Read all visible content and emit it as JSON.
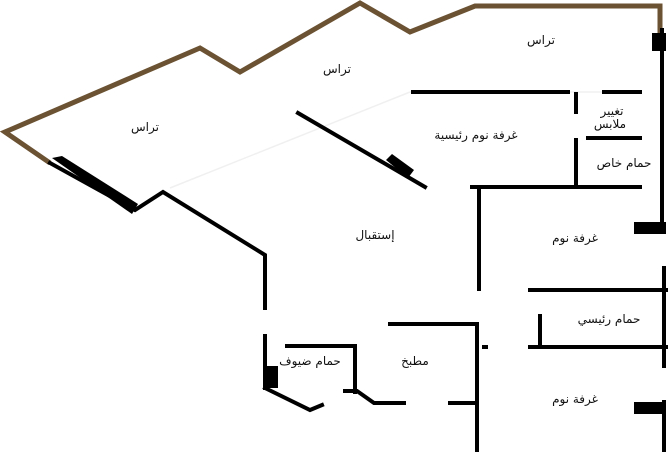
{
  "colors": {
    "background": "#ffffff",
    "wall": "#000000",
    "terrace_outline": "#6b5232"
  },
  "rooms": {
    "terrace_right": "تراس",
    "terrace_middle": "تراس",
    "terrace_left": "تراس",
    "master_bedroom": "غرفة نوم رئيسية",
    "dressing": [
      "تغيير",
      "ملابس"
    ],
    "private_bath": "حمام خاص",
    "reception": "إستقبال",
    "bedroom_1": "غرفة نوم",
    "master_bath": "حمام رئيسي",
    "guest_bath": "حمام ضيوف",
    "kitchen": "مطبخ",
    "bedroom_2": "غرفة نوم"
  }
}
